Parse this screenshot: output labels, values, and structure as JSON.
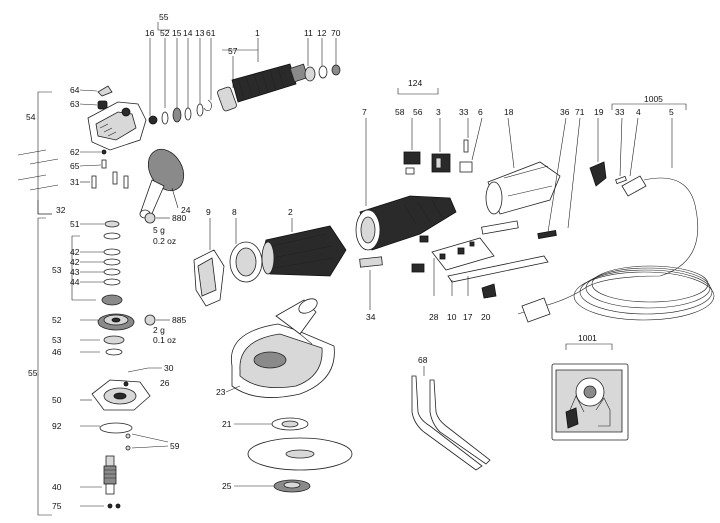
{
  "callouts": {
    "c16": "16",
    "c55top": "55",
    "c52top": "52",
    "c15": "15",
    "c14": "14",
    "c13": "13",
    "c61": "61",
    "c1": "1",
    "c57": "57",
    "c11": "11",
    "c12": "12",
    "c70": "70",
    "c64": "64",
    "c63": "63",
    "c54": "54",
    "c62": "62",
    "c65": "65",
    "c31": "31",
    "c32": "32",
    "c24": "24",
    "c7": "7",
    "c124": "124",
    "c58": "58",
    "c56": "56",
    "c3": "3",
    "c33a": "33",
    "c6": "6",
    "c18": "18",
    "c36": "36",
    "c71": "71",
    "c19": "19",
    "c1005": "1005",
    "c33b": "33",
    "c4": "4",
    "c5": "5",
    "c9": "9",
    "c8": "8",
    "c2": "2",
    "c51": "51",
    "c42a": "42",
    "c42b": "42",
    "c53a": "53",
    "c43": "43",
    "c44": "44",
    "c52": "52",
    "c53b": "53",
    "c46": "46",
    "c55left": "55",
    "c30": "30",
    "c26": "26",
    "c50": "50",
    "c92": "92",
    "c59": "59",
    "c40": "40",
    "c75": "75",
    "c34": "34",
    "c28": "28",
    "c10": "10",
    "c17": "17",
    "c20": "20",
    "c23": "23",
    "c21": "21",
    "c25": "25",
    "c68": "68",
    "c1001": "1001"
  },
  "grease": {
    "g880_code": "880",
    "g880_amount": "5 g",
    "g880_oz": "0.2 oz",
    "g885_code": "885",
    "g885_amount": "2 g",
    "g885_oz": "0.1 oz"
  }
}
